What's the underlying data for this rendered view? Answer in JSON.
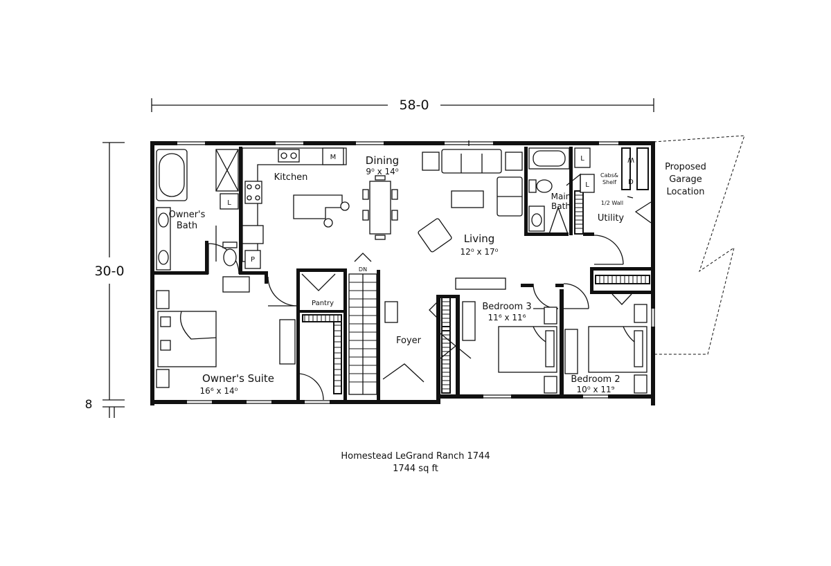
{
  "dimensions": {
    "width": "58-0",
    "depth": "30-0",
    "offset": "8"
  },
  "rooms": {
    "dining": {
      "name": "Dining",
      "size": "9⁰ x 14⁰"
    },
    "kitchen": {
      "name": "Kitchen"
    },
    "living": {
      "name": "Living",
      "size": "12⁰ x 17⁰"
    },
    "owners_bath": {
      "name_line1": "Owner's",
      "name_line2": "Bath"
    },
    "owners_suite": {
      "name": "Owner's Suite",
      "size": "16⁶ x 14⁰"
    },
    "main_bath": {
      "name_line1": "Main",
      "name_line2": "Bath"
    },
    "utility": {
      "name": "Utility"
    },
    "bedroom3": {
      "name": "Bedroom 3",
      "size": "11⁶ x 11⁶"
    },
    "bedroom2": {
      "name": "Bedroom 2",
      "size": "10⁰ x 11⁹"
    },
    "foyer": {
      "name": "Foyer"
    },
    "pantry": {
      "name": "Pantry"
    }
  },
  "fixture_labels": {
    "microwave": "M",
    "linen_owner": "L",
    "pantry_cab": "P",
    "stair": "DN",
    "linen_main_1": "L",
    "linen_main_2": "L",
    "washer": "W",
    "dryer": "D",
    "cabs_line1": "Cabs&",
    "cabs_line2": "Shelf",
    "half_wall": "1/2 Wall"
  },
  "garage": {
    "line1": "Proposed",
    "line2": "Garage",
    "line3": "Location"
  },
  "caption": {
    "title": "Homestead LeGrand Ranch 1744",
    "area": "1744 sq ft"
  }
}
